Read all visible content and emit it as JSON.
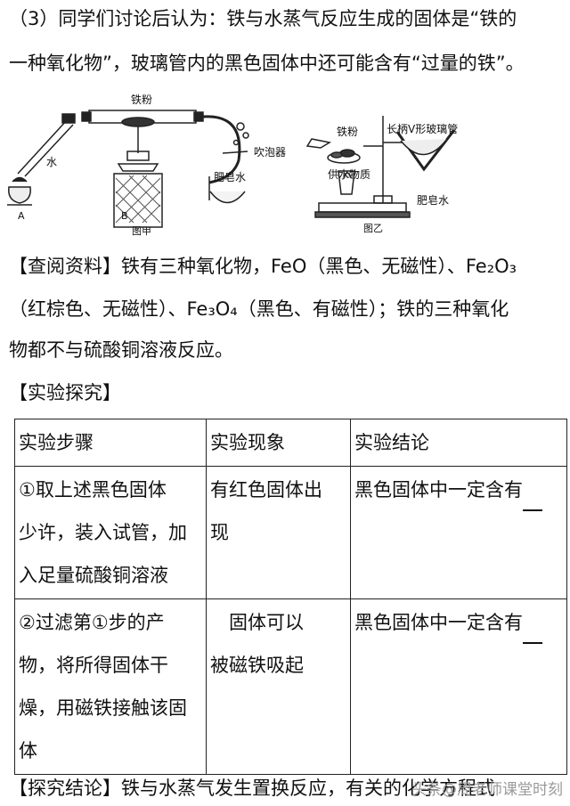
{
  "text": {
    "line1": "（3）同学们讨论后认为：铁与水蒸气反应生成的固体是“铁的",
    "line2": "一种氧化物”，玻璃管内的黑色固体中还可能含有“过量的铁”。",
    "ref_heading": "【查阅资料】",
    "ref_line1": "铁有三种氧化物，FeO（黑色、无磁性）、Fe₂O₃",
    "ref_line2": "（红棕色、无磁性）、Fe₃O₄（黑色、有磁性）；铁的三种氧化",
    "ref_line3": "物都不与硫酸铜溶液反应。",
    "explore_heading": "【实验探究】",
    "conclusion_heading": "【探究结论】",
    "conclusion_text": "铁与水蒸气发生置换反应，有关的化学方程式"
  },
  "figure": {
    "left": {
      "label_iron": "铁粉",
      "label_water": "水",
      "label_bubbler": "吹泡器",
      "label_soap": "肥皂水",
      "label_a": "A",
      "label_b": "B",
      "caption": "图甲"
    },
    "right": {
      "label_iron": "铁粉",
      "label_tube": "长柄V形玻璃管",
      "label_water_supply": "供水物质",
      "label_soap": "肥皂水",
      "caption": "图乙"
    }
  },
  "table": {
    "headers": [
      "实验步骤",
      "实验现象",
      "实验结论"
    ],
    "rows": [
      {
        "step": [
          "①取上述黑色固体",
          "少许，装入试管，加",
          "入足量硫酸铜溶液"
        ],
        "phenomenon": [
          "有红色固体出",
          "现"
        ],
        "conclusion": "黑色固体中一定含有"
      },
      {
        "step": [
          "②过滤第①步的产",
          "物，将所得固体干",
          "燥，用磁铁接触该固",
          "体"
        ],
        "phenomenon": [
          "　固体可以",
          "被磁铁吸起"
        ],
        "conclusion": "黑色固体中一定含有"
      }
    ]
  },
  "watermark": "头条@周老师课堂时刻"
}
